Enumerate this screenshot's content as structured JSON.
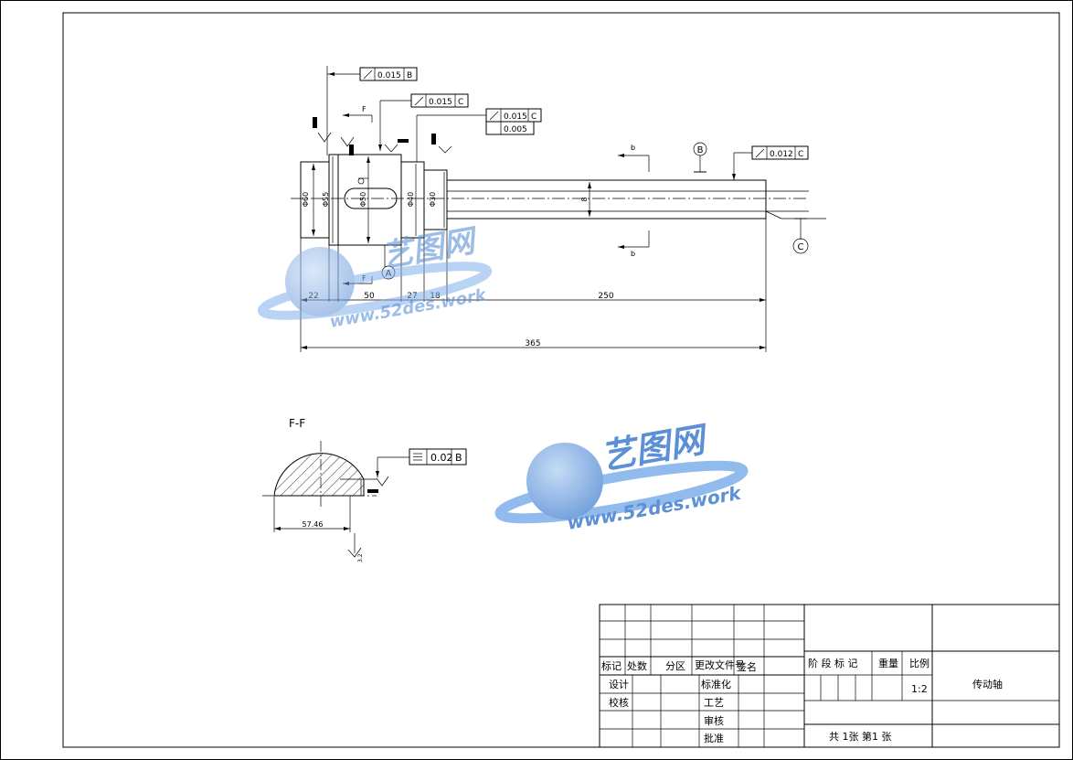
{
  "drawing": {
    "dimensions": {
      "d1": "22",
      "d2": "50",
      "d3": "27",
      "d4": "18",
      "d5": "250",
      "total": "365",
      "dia_60": "Φ60",
      "dia_55": "Φ55",
      "dia_50": "Φ50",
      "dia_40": "Φ40",
      "dia_30": "Φ30",
      "key_w": "8",
      "chord": "57.46"
    },
    "tolerances": {
      "runout_b": "0.015",
      "runout_b_ref": "B",
      "runout_c1": "0.015",
      "runout_c1_ref": "C",
      "runout_c2": "0.015",
      "runout_c2_ref": "C",
      "cyl": "0.005",
      "runout_c3": "0.012",
      "runout_c3_ref": "C",
      "sym": "0.02",
      "sym_ref": "B"
    },
    "datums": {
      "a": "A",
      "b": "B",
      "c": "C"
    },
    "section_marks": {
      "f": "F",
      "b": "b"
    },
    "section_title": "F-F",
    "roughness": "3.2"
  },
  "watermark": {
    "brand": "艺图网",
    "url": "www.52des.work"
  },
  "title_block": {
    "h_mark": "标记",
    "h_count": "处数",
    "h_zone": "分区",
    "h_docno": "更改文件号",
    "h_sign": "签名",
    "h_stage": "阶 段 标 记",
    "h_weight": "重量",
    "h_scale": "比例",
    "r_design": "设计",
    "r_check": "校核",
    "r_std": "标准化",
    "r_proc": "工艺",
    "r_review": "审核",
    "r_approve": "批准",
    "scale": "1:2",
    "part_name": "传动轴",
    "sheets": "共 1张 第1 张"
  },
  "colors": {
    "watermark": "#5b8fd6",
    "line": "#000000"
  }
}
